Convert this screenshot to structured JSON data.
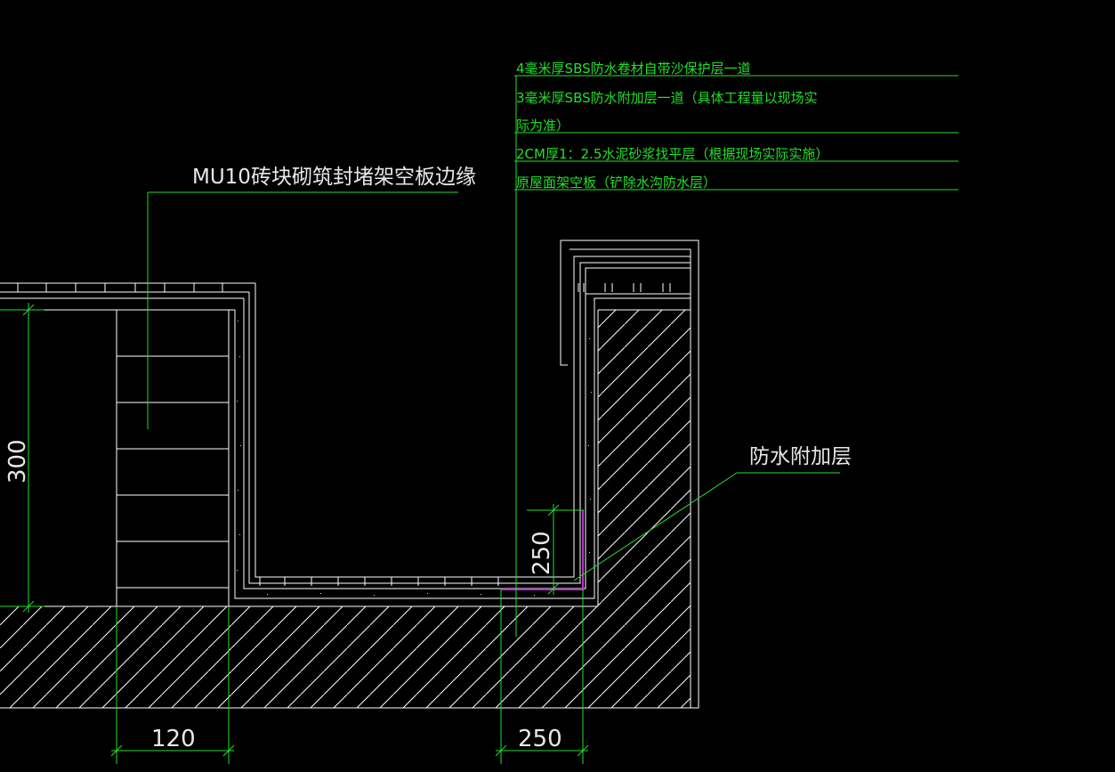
{
  "colors": {
    "background": "#000000",
    "outline": "#ffffff",
    "dimension": "#22e02a",
    "leader": "#22e02a",
    "waterproof_extra": "#c030d0",
    "text_white": "#e8e8e8"
  },
  "layer_notes": [
    "4毫米厚SBS防水卷材自带沙保护层一道",
    "3毫米厚SBS防水附加层一道（具体工程量以现场实",
    "际为准）",
    "2CM厚1：2.5水泥砂浆找平层（根据现场实际实施）",
    "原屋面架空板（铲除水沟防水层）"
  ],
  "brick_note": "MU10砖块砌筑封堵架空板边缘",
  "waterproof_note": "防水附加层",
  "dimensions": {
    "height_left": "300",
    "height_gutter": "250",
    "width_brick": "120",
    "width_extra": "250"
  }
}
